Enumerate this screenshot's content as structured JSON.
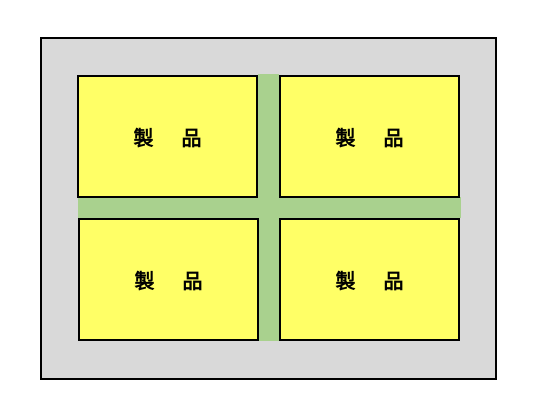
{
  "products": [
    {
      "label": "製品"
    },
    {
      "label": "製品"
    },
    {
      "label": "製品"
    },
    {
      "label": "製品"
    }
  ],
  "colors": {
    "sheet": "#d9d9d9",
    "product": "#ffff66",
    "gutter": "#a9d18e",
    "border": "#000000"
  }
}
